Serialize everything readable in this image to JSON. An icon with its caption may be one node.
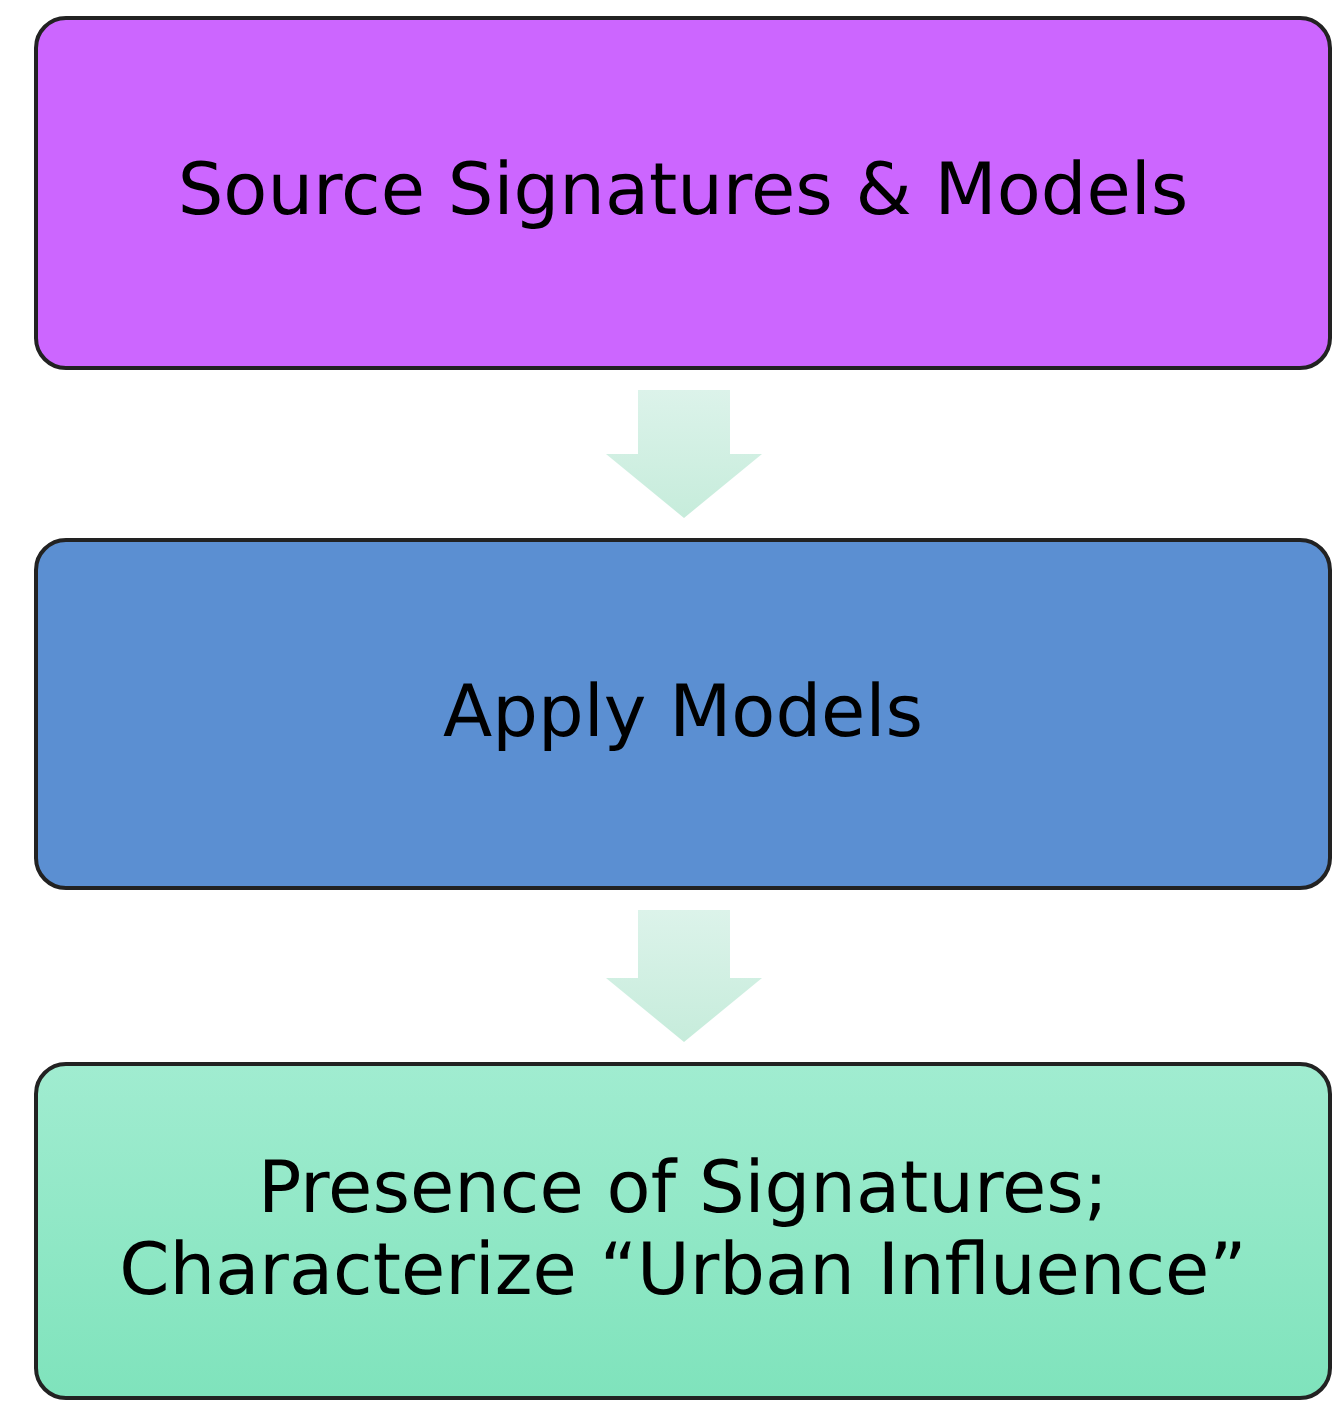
{
  "diagram": {
    "nodes": [
      {
        "text": [
          "Source Signatures & Models"
        ]
      },
      {
        "text": [
          "Apply Models"
        ]
      },
      {
        "text": [
          "Presence of Signatures; Characterize “Urban Influence”"
        ]
      }
    ],
    "edges": [
      {
        "from": 0,
        "to": 1,
        "arrow": "to"
      },
      {
        "from": 1,
        "to": 2,
        "arrow": "to"
      }
    ]
  }
}
